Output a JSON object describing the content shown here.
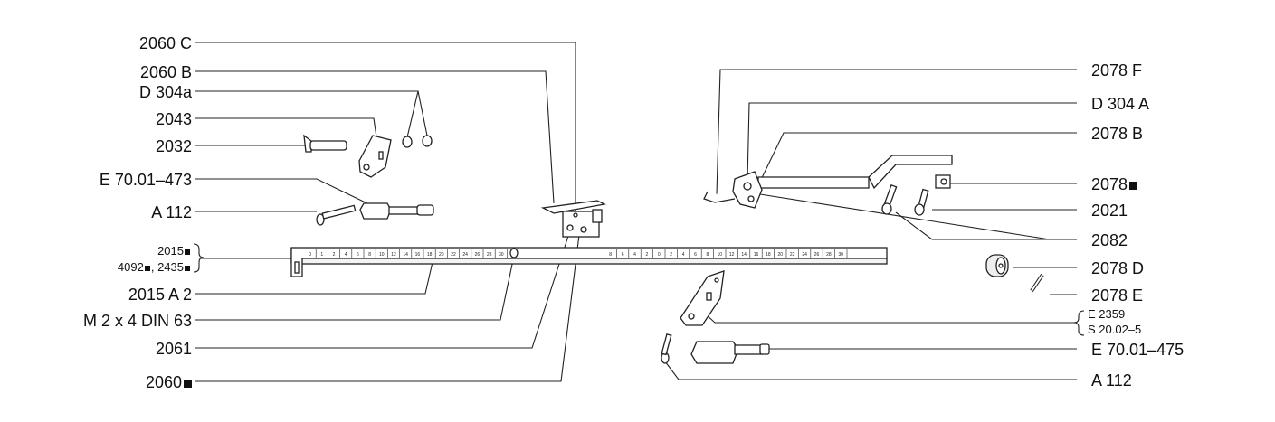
{
  "left_labels": [
    {
      "id": "2060c",
      "text": "2060 C"
    },
    {
      "id": "2060b",
      "text": "2060 B"
    },
    {
      "id": "d304a",
      "text": "D 304a"
    },
    {
      "id": "2043",
      "text": "2043"
    },
    {
      "id": "2032",
      "text": "2032"
    },
    {
      "id": "e70473",
      "text": "E 70.01–473"
    },
    {
      "id": "a112",
      "text": "A 112"
    },
    {
      "id": "2015a2",
      "text": "2015 A 2"
    },
    {
      "id": "m2x4",
      "text": "M 2 x 4 DIN 63"
    },
    {
      "id": "2061",
      "text": "2061"
    },
    {
      "id": "2060sq",
      "text": "2060"
    }
  ],
  "bracket_group_left": {
    "line1": "2015",
    "line2a": "4092",
    "line2b": ", 2435"
  },
  "right_labels": [
    {
      "id": "2078f",
      "text": "2078 F"
    },
    {
      "id": "d304A",
      "text": "D 304 A"
    },
    {
      "id": "2078b",
      "text": "2078 B"
    },
    {
      "id": "2078sq",
      "text": "2078"
    },
    {
      "id": "2021",
      "text": "2021"
    },
    {
      "id": "2082",
      "text": "2082"
    },
    {
      "id": "2078d",
      "text": "2078 D"
    },
    {
      "id": "2078e",
      "text": "2078 E"
    },
    {
      "id": "e70475",
      "text": "E 70.01–475"
    },
    {
      "id": "a112r",
      "text": "A 112"
    }
  ],
  "bracket_group_right": {
    "line1": "E  2359",
    "line2": "S  20.02–5"
  },
  "scale_left_ticks": [
    "0",
    "1",
    "2",
    "4",
    "6",
    "8",
    "10",
    "12",
    "14",
    "16",
    "18",
    "20",
    "22",
    "24",
    "26",
    "28",
    "30"
  ],
  "scale_right_ticks": [
    "8",
    "6",
    "4",
    "2",
    "0",
    "2",
    "4",
    "6",
    "8",
    "10",
    "12",
    "14",
    "16",
    "18",
    "20",
    "22",
    "24",
    "26",
    "28",
    "30"
  ]
}
